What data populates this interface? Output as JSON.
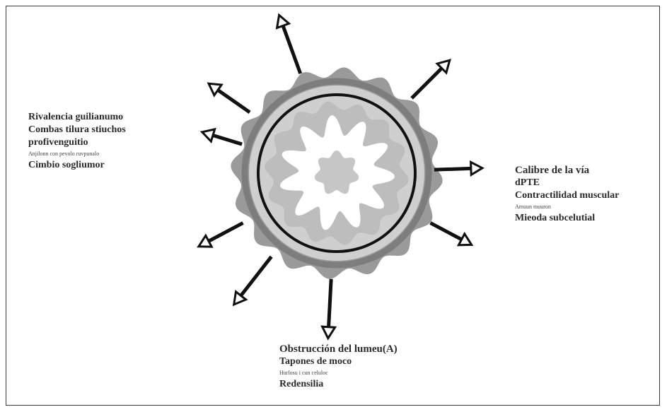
{
  "labels": {
    "left": [
      "Rivalencia guilianumo",
      "Combas tilura stiuchos",
      "profivenguitio",
      "Anjilonn con pevolo ruvpunalo",
      "Cimbio sogliumor"
    ],
    "right": [
      "Calibre de la vía",
      "dPTE",
      "Contractilidad muscular",
      "Amuun muuron",
      "Mieoda subcelutial"
    ],
    "bottom": [
      "Obstrucción del lumeu(A)",
      "Tapones de moco",
      "Hurlosu i cun celuloc",
      "Redensilia"
    ]
  },
  "icons": {
    "arrow": "outward-arrow-icon",
    "airway": "airway-cross-section-icon"
  },
  "colors": {
    "outer_wall": "#9a9a9a",
    "muscle_ring": "#7d7d7d",
    "inner_ring": "#111111",
    "mucosa": "#bdbdbd",
    "lumen": "#ffffff",
    "mucus_plug": "#c6c6c6",
    "arrow": "#111111"
  }
}
